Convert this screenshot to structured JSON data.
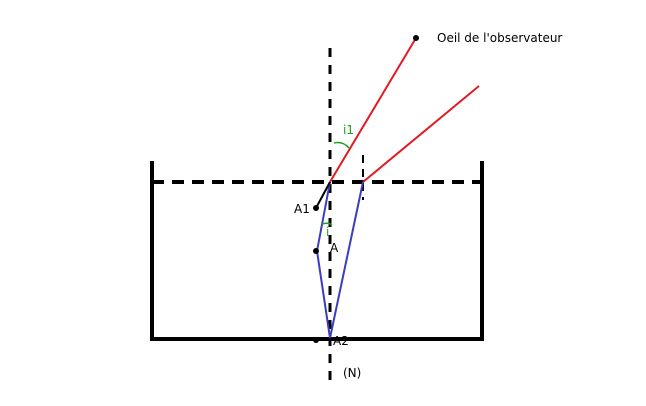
{
  "labels": {
    "observer_eye": "Oeil de l'observateur",
    "angle_refracted": "i1",
    "angle_incident": "i",
    "image_point": "A1",
    "object_point": "A",
    "bottom_point": "A2",
    "normal": "(N)"
  },
  "colors": {
    "refracted_rays": "#e01b24",
    "incident_rays": "#3c3cc0",
    "angle_markers": "#22a022",
    "lines": "#000000"
  }
}
